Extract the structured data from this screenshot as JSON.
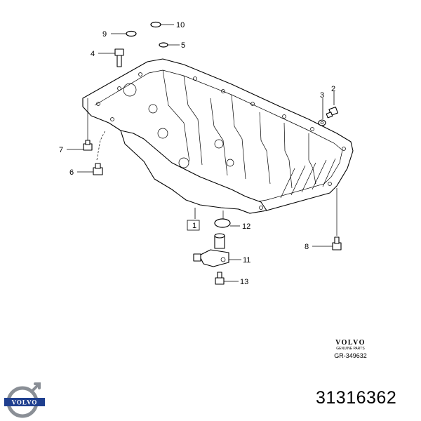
{
  "diagram": {
    "callouts": [
      {
        "id": "c1",
        "label": "1"
      },
      {
        "id": "c2",
        "label": "2"
      },
      {
        "id": "c3",
        "label": "3"
      },
      {
        "id": "c4",
        "label": "4"
      },
      {
        "id": "c5",
        "label": "5"
      },
      {
        "id": "c6",
        "label": "6"
      },
      {
        "id": "c7",
        "label": "7"
      },
      {
        "id": "c8",
        "label": "8"
      },
      {
        "id": "c9",
        "label": "9"
      },
      {
        "id": "c10",
        "label": "10"
      },
      {
        "id": "c11",
        "label": "11"
      },
      {
        "id": "c12",
        "label": "12"
      },
      {
        "id": "c13",
        "label": "13"
      }
    ]
  },
  "brand_block": {
    "name": "VOLVO",
    "subtitle": "GENUINE PARTS",
    "reference": "GR-349632"
  },
  "logo": {
    "text": "VOLVO",
    "colors": {
      "ring": "#8a8f96",
      "band": "#1f3f8f",
      "text": "#ffffff"
    }
  },
  "part_number": "31316362"
}
